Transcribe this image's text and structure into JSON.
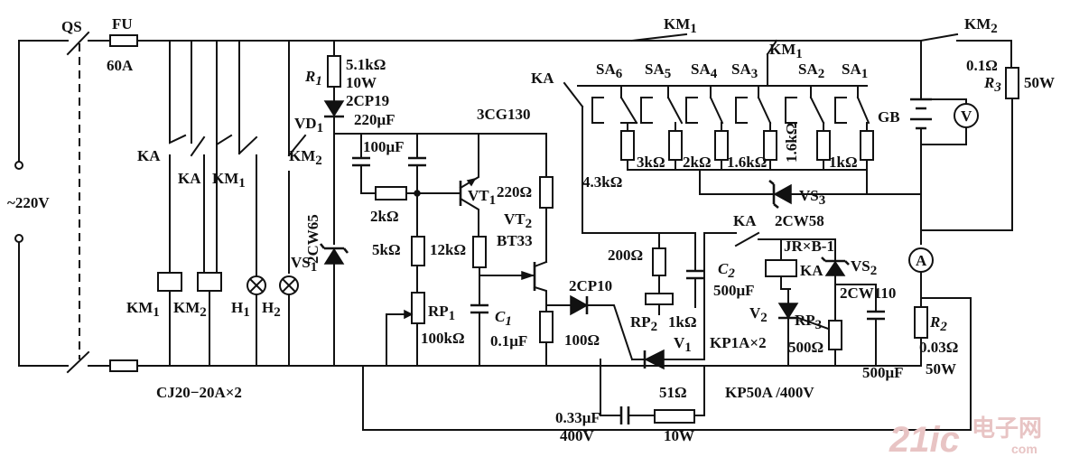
{
  "labels": {
    "qs": "QS",
    "fu": "FU",
    "fu_rating": "60A",
    "supply": "~220V",
    "ka_a": "KA",
    "ka_b": "KA",
    "km1_c": "KM",
    "km2_c": "KM",
    "km1_coil": "KM",
    "km2_coil": "KM",
    "h1": "H",
    "h2": "H",
    "cj20": "CJ20−20A×2",
    "vs1_type": "2CW65",
    "vs1": "VS",
    "r1": "R",
    "r1_val": "5.1kΩ",
    "r1_pow": "10W",
    "vd1_type": "2CP19",
    "vd1": "VD",
    "cap220": "220μF",
    "cap100": "100μF",
    "r2k": "2kΩ",
    "r5k": "5kΩ",
    "r12k": "12kΩ",
    "rp1": "RP",
    "rp1_val": "100kΩ",
    "c1": "C",
    "c1_val": "0.1μF",
    "vt1_type": "3CG130",
    "vt1": "VT",
    "r220": "220Ω",
    "vt2": "VT",
    "vt2_type": "BT33",
    "r4_3k": "4.3kΩ",
    "r100": "100Ω",
    "d2cp10": "2CP10",
    "r200": "200Ω",
    "rp2": "RP",
    "rp2_val": "1kΩ",
    "c2": "C",
    "c2_val": "500μF",
    "kp1a": "KP1A×2",
    "v1": "V",
    "kp50a": "KP50A /400V",
    "c033": "0.33μF",
    "c033_v": "400V",
    "r51": "51Ω",
    "r51_pow": "10W",
    "km1_top": "KM",
    "km1_top2": "KM",
    "km2_top": "KM",
    "ka_top": "KA",
    "sa6": "SA",
    "sa5": "SA",
    "sa4": "SA",
    "sa3": "SA",
    "sa2": "SA",
    "sa1": "SA",
    "r3k": "3kΩ",
    "r2k_b": "2kΩ",
    "r16k_a": "1.6kΩ",
    "r16k_b": "1.6kΩ",
    "r1k": "1kΩ",
    "vs3": "VS",
    "vs3_type": "2CW58",
    "ka_mid": "KA",
    "jrxb": "JR×B-1",
    "ka_coil": "KA",
    "vs2": "VS",
    "vs2_type": "2CW110",
    "v2": "V",
    "rp3": "RP",
    "rp3_val": "500Ω",
    "cap500b": "500μF",
    "gb": "GB",
    "r3": "R",
    "r3_val": "0.1Ω",
    "r3_pow": "50W",
    "r2": "R",
    "r2_val": "0.03Ω",
    "r2_pow": "50W",
    "meter_v": "V",
    "meter_a": "A"
  },
  "subscripts": {
    "one": "1",
    "two": "2",
    "three": "3",
    "four": "4",
    "five": "5",
    "six": "6"
  },
  "watermark": {
    "brand": "21ic",
    "cn": "电子网",
    "domain": "com"
  }
}
